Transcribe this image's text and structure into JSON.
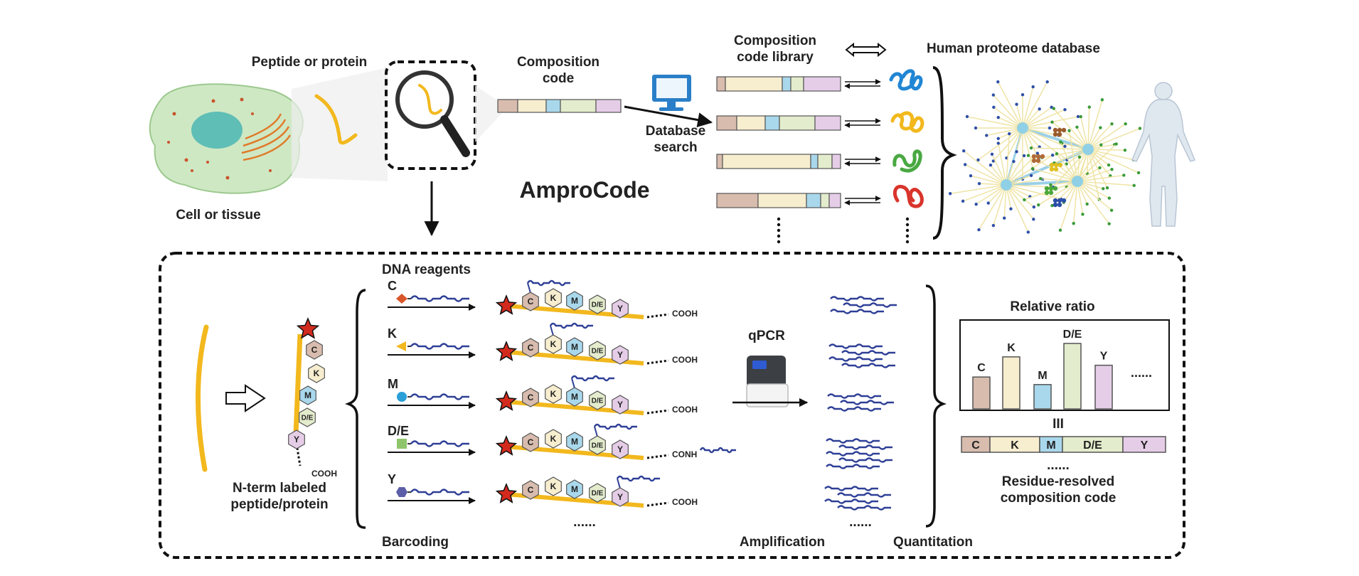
{
  "top": {
    "peptide_label": "Peptide or protein",
    "cell_label": "Cell or tissue",
    "composition_code_label": [
      "Composition",
      "code"
    ],
    "database_search_label": [
      "Database",
      "search"
    ],
    "library_label": [
      "Composition",
      "code library"
    ],
    "proteome_label": "Human proteome database",
    "title": "AmproCode"
  },
  "bottom": {
    "dna_reagents_label": "DNA reagents",
    "reagents": [
      "C",
      "K",
      "M",
      "D/E",
      "Y"
    ],
    "chain_residues": [
      "C",
      "K",
      "M",
      "D/E",
      "Y"
    ],
    "cooh_label": "COOH",
    "conh_label": "CONH",
    "nterm_label": [
      "N-term labeled",
      "peptide/protein"
    ],
    "barcoding_label": "Barcoding",
    "qpcr_label": "qPCR",
    "amplification_label": "Amplification",
    "quantitation_label": "Quantitation",
    "ellipsis": "......",
    "relative_ratio_label": "Relative ratio",
    "equals_symbol": "III",
    "code_bar_labels": [
      "C",
      "K",
      "M",
      "D/E",
      "Y"
    ],
    "residue_label": [
      "Residue-resolved",
      "composition code"
    ]
  },
  "colors": {
    "C": "#d8bcae",
    "K": "#f7edcf",
    "M": "#a9d8ec",
    "DE": "#e3eccc",
    "Y": "#e5cde7",
    "gold": "#f2b81d",
    "dna": "#2e3f96"
  },
  "chart_data": {
    "type": "bar",
    "title": "Relative ratio",
    "categories": [
      "C",
      "K",
      "M",
      "D/E",
      "Y"
    ],
    "values": [
      0.38,
      0.62,
      0.29,
      0.78,
      0.52
    ],
    "colors": [
      "#d8bcae",
      "#f7edcf",
      "#a9d8ec",
      "#e3eccc",
      "#e5cde7"
    ],
    "trailing_label": "......"
  }
}
